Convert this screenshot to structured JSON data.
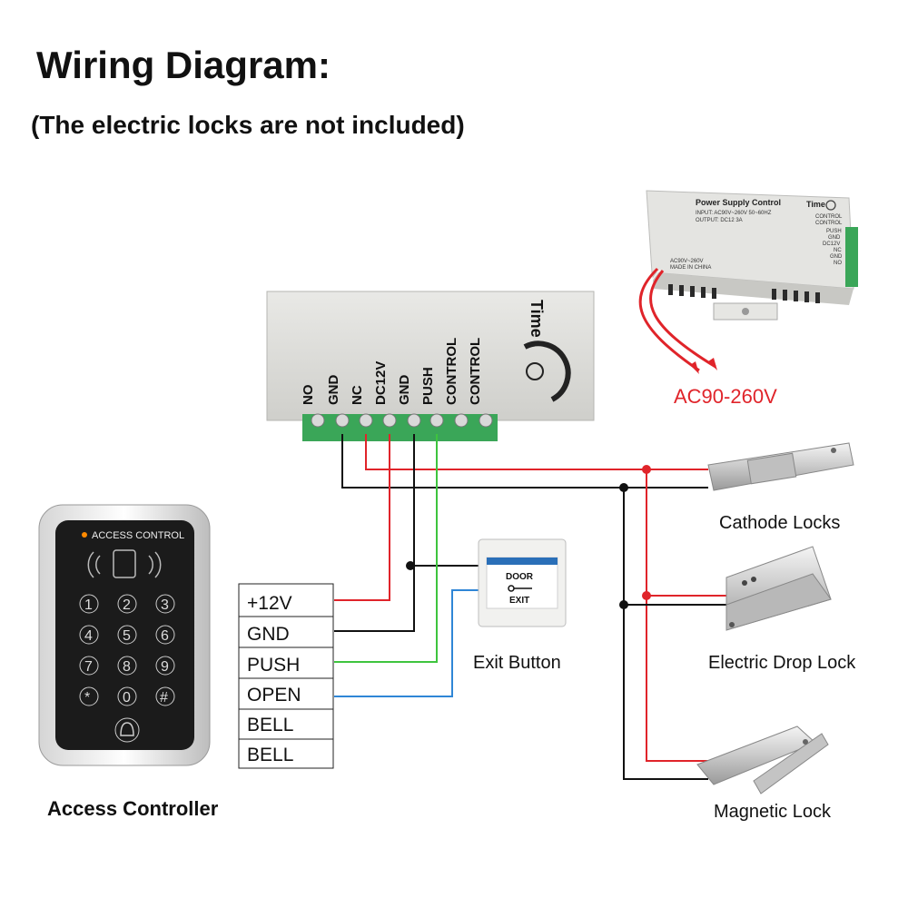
{
  "header": {
    "title": "Wiring Diagram:",
    "subtitle": "(The electric locks are not included)"
  },
  "power_supply": {
    "brand": "Time",
    "terminals": [
      "NO",
      "GND",
      "NC",
      "DC12V",
      "GND",
      "PUSH",
      "CONTROL",
      "CONTROL"
    ],
    "small_unit": {
      "title": "Power Supply Control",
      "input": "INPUT: AC90V~260V 50~60HZ",
      "output": "OUTPUT: DC12 3A",
      "brand": "Time",
      "terminals": [
        "CONTROL",
        "CONTROL",
        "PUSH",
        "GND",
        "DC12V",
        "NC",
        "GND",
        "NO"
      ],
      "ac_label": "AC90V~260V",
      "made_in": "MADE IN CHINA"
    },
    "input_label": "AC90-260V"
  },
  "controller": {
    "label": "Access Controller",
    "panel_title": "ACCESS CONTROL",
    "keys": [
      "1",
      "2",
      "3",
      "4",
      "5",
      "6",
      "7",
      "8",
      "9",
      "*",
      "0",
      "#"
    ],
    "terminals": [
      "+12V",
      "GND",
      "PUSH",
      "OPEN",
      "BELL",
      "BELL"
    ]
  },
  "exit_button": {
    "label": "Exit Button",
    "line1": "DOOR",
    "line2": "EXIT"
  },
  "locks": [
    {
      "label": "Cathode Locks"
    },
    {
      "label": "Electric Drop Lock"
    },
    {
      "label": "Magnetic Lock"
    }
  ],
  "colors": {
    "red_wire": "#e0242a",
    "black_wire": "#111111",
    "green_wire": "#3ec43e",
    "blue_wire": "#2f86d6",
    "terminal_green": "#3aa658"
  }
}
